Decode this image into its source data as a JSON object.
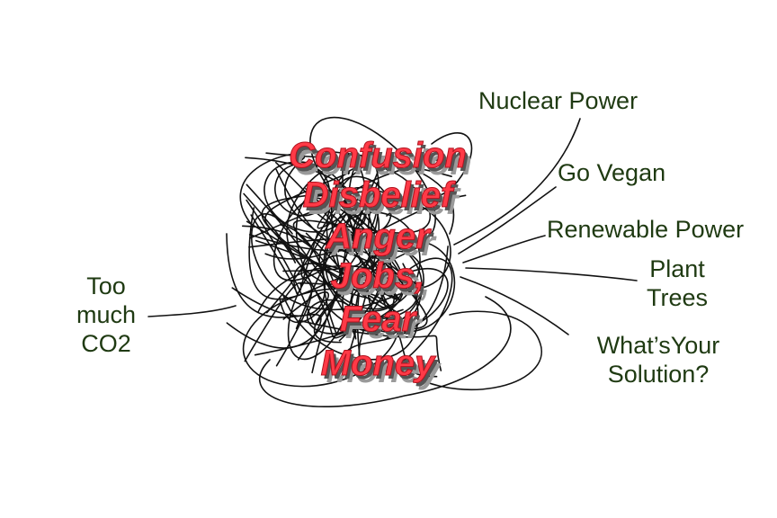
{
  "problem": {
    "lines": [
      "Too",
      "much",
      "CO2"
    ]
  },
  "solutions": [
    {
      "text": "Nuclear Power"
    },
    {
      "text": "Go Vegan"
    },
    {
      "text": "Renewable Power"
    },
    {
      "text": "Plant",
      "text2": "Trees"
    },
    {
      "text": "What’sYour",
      "text2": "Solution?"
    }
  ],
  "emotions": [
    "Confusion",
    "Disbelief",
    "Anger",
    "Jobs,",
    "Fear",
    "Money"
  ],
  "colors": {
    "label_text": "#1f3a12",
    "emotion_fill": "#ff3a47",
    "tangle_stroke": "#111111"
  }
}
